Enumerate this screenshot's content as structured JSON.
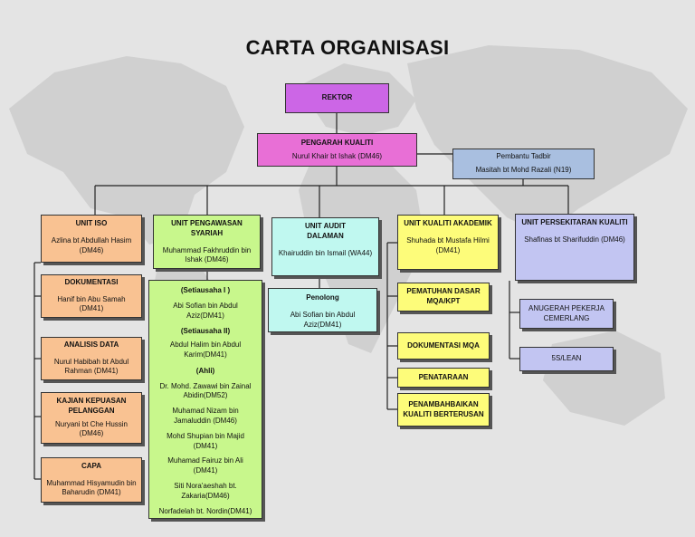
{
  "title": "CARTA ORGANISASI",
  "colors": {
    "rektor": "#cc66e6",
    "pengarah": "#e86fd6",
    "pembantu": "#a9bfe0",
    "unit_iso": "#f9c292",
    "syariah": "#c8f78c",
    "audit": "#c0f8f0",
    "akademik": "#fdfc7a",
    "persekitaran": "#c2c5f2"
  },
  "rektor": {
    "title": "REKTOR"
  },
  "pengarah": {
    "title": "PENGARAH  KUALITI",
    "name": "Nurul Khair bt Ishak (DM46)"
  },
  "pembantu": {
    "title": "Pembantu Tadbir",
    "name": "Masitah bt Mohd Razali (N19)"
  },
  "unit_iso": {
    "title": "UNIT ISO",
    "name": "Azlina bt Abdullah Hasim (DM46)",
    "subs": [
      {
        "title": "DOKUMENTASI",
        "name": "Hanif bin Abu Samah (DM41)"
      },
      {
        "title": "ANALISIS DATA",
        "name": "Nurul Habibah bt Abdul Rahman (DM41)"
      },
      {
        "title": "KAJIAN KEPUASAN PELANGGAN",
        "name": "Nuryani bt Che Hussin (DM46)"
      },
      {
        "title": "CAPA",
        "name": "Muhammad Hisyamudin bin Baharudin (DM41)"
      }
    ]
  },
  "syariah": {
    "title": "UNIT PENGAWASAN SYARIAH",
    "name": "Muhammad Fakhruddin bin Ishak (DM46)",
    "setiausaha1_label": "(Setiausaha I )",
    "setiausaha1_name": "Abi Sofian bin Abdul Aziz(DM41)",
    "setiausaha2_label": "(Setiausaha II)",
    "setiausaha2_name": "Abdul Halim bin Abdul Karim(DM41)",
    "ahli_label": "(Ahli)",
    "ahli": [
      "Dr. Mohd. Zawawi bin Zainal Abidin(DM52)",
      "Muhamad Nizam bin Jamaluddin (DM46)",
      "Mohd Shupian bin Majid (DM41)",
      "Muhamad Fairuz bin Ali (DM41)",
      "Siti Nora'aeshah bt. Zakaria(DM46)",
      "Norfadelah bt. Nordin(DM41)"
    ]
  },
  "audit": {
    "title": "UNIT AUDIT DALAMAN",
    "name": "Khairuddin bin Ismail (WA44)",
    "penolong_title": "Penolong",
    "penolong_name": "Abi Sofian bin Abdul Aziz(DM41)"
  },
  "akademik": {
    "title": "UNIT KUALITI AKADEMIK",
    "name": "Shuhada bt Mustafa Hilmi (DM41)",
    "subs": [
      "PEMATUHAN DASAR MQA/KPT",
      "DOKUMENTASI MQA",
      "PENATARAAN",
      "PENAMBAHBAIKAN KUALITI BERTERUSAN"
    ]
  },
  "persekitaran": {
    "title": "UNIT PERSEKITARAN KUALITI",
    "name": "Shafinas bt Sharifuddin (DM46)",
    "subs": [
      "ANUGERAH PEKERJA CEMERLANG",
      "5S/LEAN"
    ]
  }
}
